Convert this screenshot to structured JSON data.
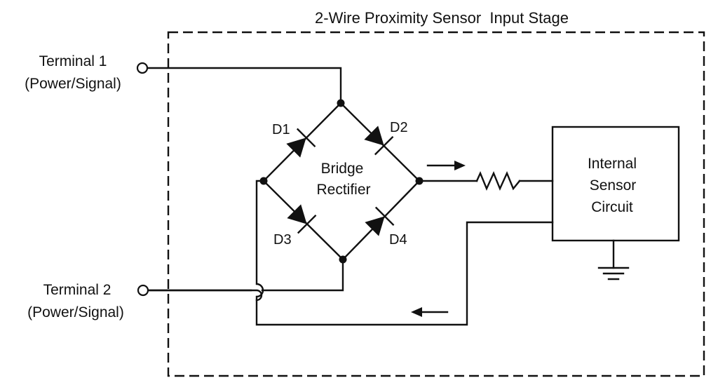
{
  "title": "2-Wire Proximity Sensor  Input Stage",
  "terminals": [
    {
      "name": "Terminal 1",
      "role": "(Power/Signal)"
    },
    {
      "name": "Terminal 2",
      "role": "(Power/Signal)"
    }
  ],
  "bridge": {
    "label_line1": "Bridge",
    "label_line2": "Rectifier",
    "diodes": [
      "D1",
      "D2",
      "D3",
      "D4"
    ]
  },
  "sensor_block": {
    "line1": "Internal",
    "line2": "Sensor",
    "line3": "Circuit"
  },
  "components": {
    "resistor": "resistor-icon",
    "ground": "ground-icon",
    "current_arrow_out": "arrow-right-icon",
    "current_arrow_return": "arrow-left-icon"
  }
}
